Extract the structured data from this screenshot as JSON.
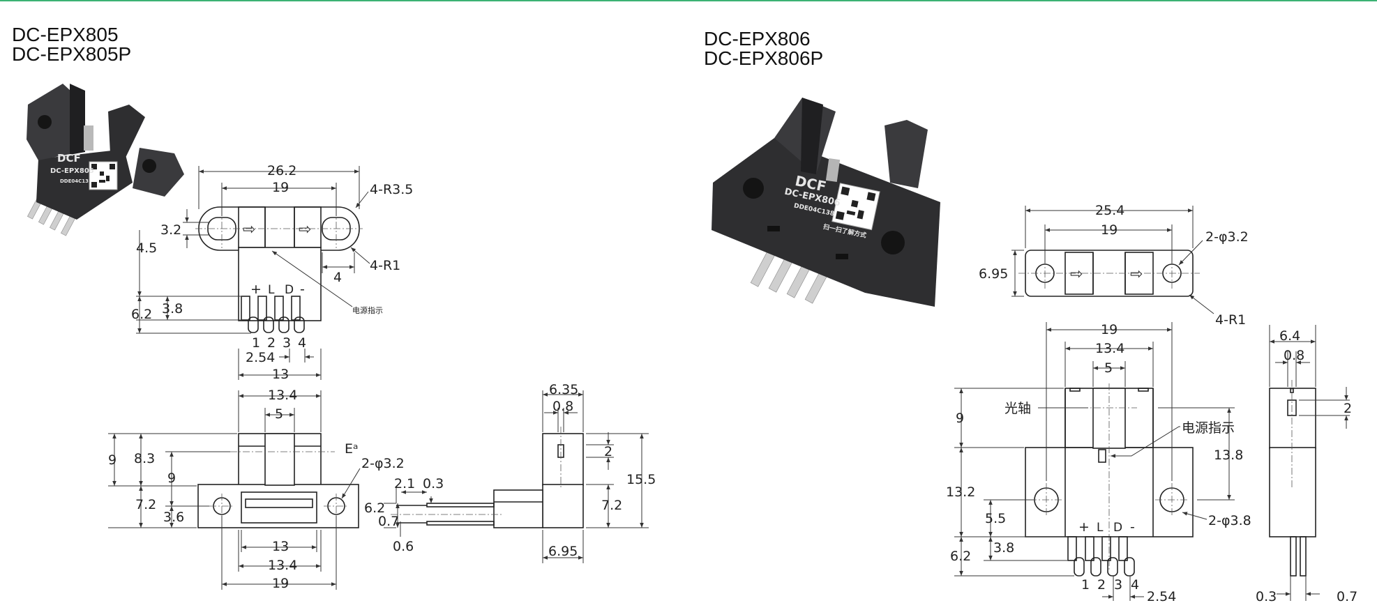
{
  "left_product": {
    "model1": "DC-EPX805",
    "model2": "DC-EPX805P",
    "photo": {
      "logo": "DCF",
      "model_print": "DC-EPX805",
      "code_print": "DDE04C13"
    },
    "top_view": {
      "width": "26.2",
      "hole_pitch": "19",
      "corner_radius": "4-R3.5",
      "height": "3.2",
      "inner_radius": "4-R1",
      "tab": "4",
      "offset": "4.5",
      "pin_label_height": "3.8",
      "pin_height": "6.2",
      "indicator": "电源指示",
      "pin_pitch": "2.54",
      "pin_span": "13",
      "pin_symbols": [
        "+",
        "L",
        "D",
        "-"
      ],
      "pin_numbers": [
        "1",
        "2",
        "3",
        "4"
      ]
    },
    "front_view": {
      "top_width": "13.4",
      "slot": "5",
      "slot_depth": "9",
      "depth1": "8.3",
      "depth2": "9",
      "flange": "7.2",
      "mount": "3.6",
      "marker": "Eᵃ",
      "holes": "2-φ3.2",
      "inner_base": "13",
      "base": "13.4",
      "pitch": "19"
    },
    "side_view": {
      "width": "6.35",
      "slot": "0.8",
      "slot_h": "2",
      "total_h": "15.5",
      "lower_h": "7.2",
      "base": "6.95",
      "pin_w": "2.1",
      "pin_t": "0.3",
      "pin_h": "6.2",
      "pin_off": "0.7",
      "pin_bottom": "0.6"
    }
  },
  "right_product": {
    "model1": "DC-EPX806",
    "model2": "DC-EPX806P",
    "photo": {
      "logo": "DCF",
      "model_print": "DC-EPX806",
      "code_print": "DDE04C138",
      "label_print": "扫一扫了解方式"
    },
    "top_view": {
      "width": "25.4",
      "hole_pitch": "19",
      "holes": "2-φ3.2",
      "height": "6.95",
      "radius": "4-R1"
    },
    "front_view": {
      "width": "19",
      "inner": "13.4",
      "slot": "5",
      "slot_depth": "9",
      "axis": "光轴",
      "indicator": "电源指示",
      "total_h": "13.2",
      "right_h": "13.8",
      "mount_h": "5.5",
      "pin_label_h": "3.8",
      "pin_h": "6.2",
      "holes": "2-φ3.8",
      "pin_pitch": "2.54",
      "pin_symbols": [
        "+",
        "L",
        "D",
        "-"
      ],
      "pin_numbers": [
        "1",
        "2",
        "3",
        "4"
      ]
    },
    "side_view": {
      "width": "6.4",
      "slot": "0.8",
      "slot_h": "2",
      "pin_t": "0.3",
      "pin_off": "0.7"
    }
  }
}
